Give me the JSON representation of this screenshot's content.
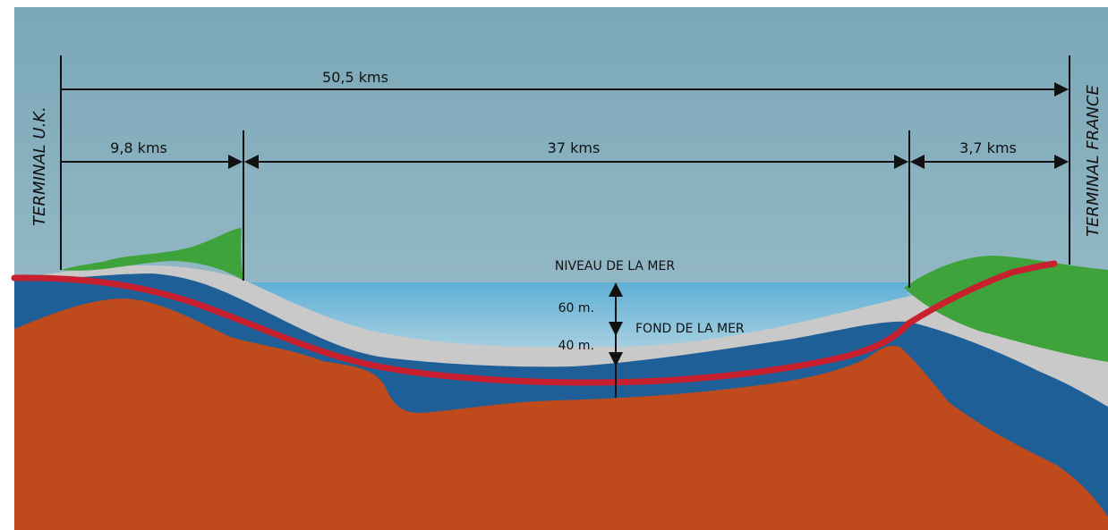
{
  "labels": {
    "total_distance": "50,5 kms",
    "uk_land_distance": "9,8 kms",
    "undersea_distance": "37 kms",
    "france_land_distance": "3,7 kms",
    "terminal_uk": "TERMINAL U.K.",
    "terminal_france": "TERMINAL FRANCE",
    "sea_level": "NIVEAU DE LA MER",
    "sea_floor": "FOND DE LA MER",
    "water_depth": "60 m.",
    "tunnel_depth_below_floor": "40 m."
  },
  "colors": {
    "sky": "#8fb4c2",
    "sea": "#8ec6dc",
    "gray_layer": "#c9c9c9",
    "blue_layer": "#1f5f97",
    "rock": "#bf4a1c",
    "land": "#3fa33c",
    "tunnel": "#c8202e"
  }
}
